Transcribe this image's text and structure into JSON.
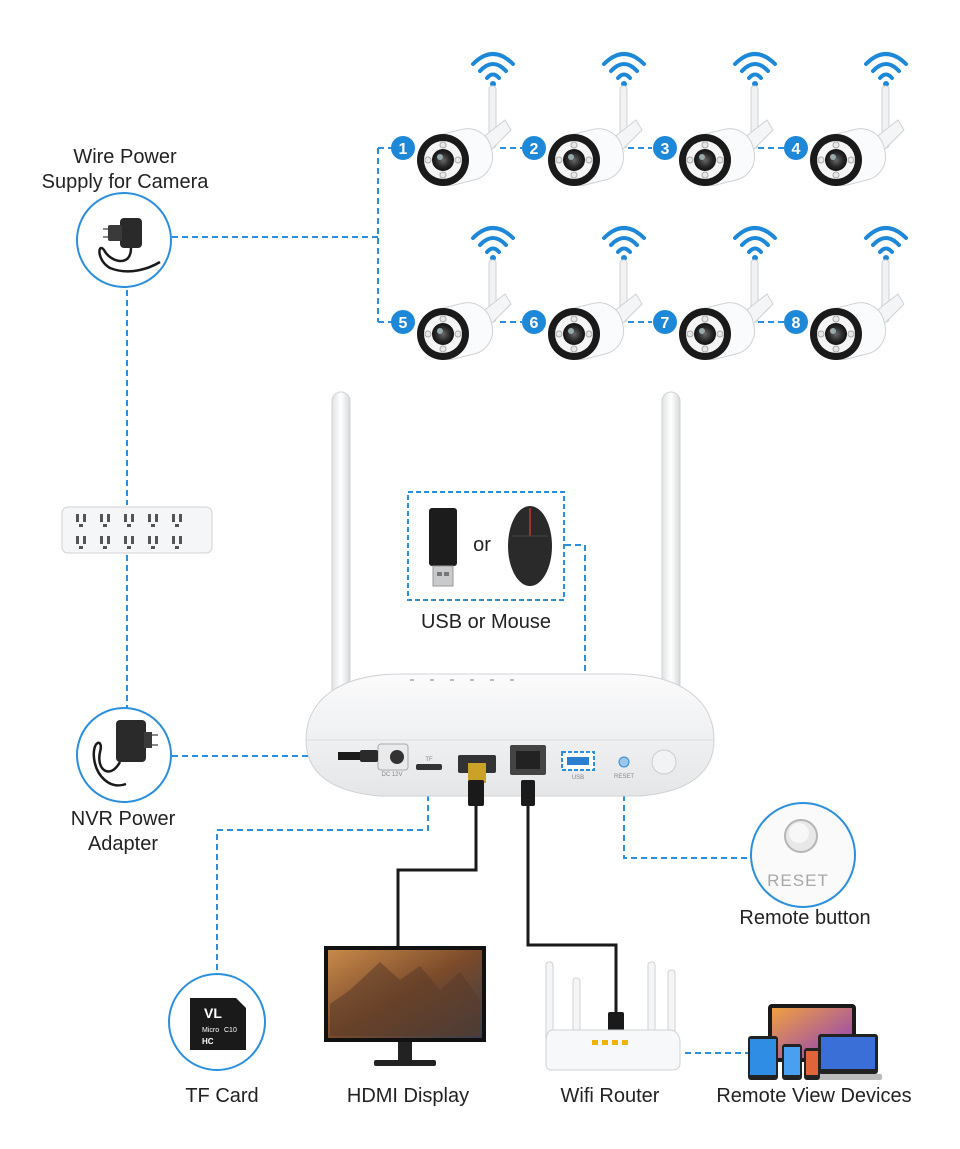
{
  "labels": {
    "wire_power_line1": "Wire Power",
    "wire_power_line2": "Supply for Camera",
    "usb_or_mouse": "USB or Mouse",
    "or": "or",
    "nvr_power_line1": "NVR Power",
    "nvr_power_line2": "Adapter",
    "remote_button": "Remote button",
    "reset": "RESET",
    "tf_card": "TF Card",
    "hdmi_display": "HDMI Display",
    "wifi_router": "Wifi Router",
    "remote_view_devices": "Remote View Devices",
    "port_dc": "DC  12V",
    "port_tf": "TF",
    "port_usb": "USB",
    "port_reset": "RESET",
    "tf_card_brand": "VL",
    "tf_card_sub": "Micro",
    "tf_card_class": "C10",
    "tf_card_hc": "HC"
  },
  "cameras": [
    {
      "number": "1"
    },
    {
      "number": "2"
    },
    {
      "number": "3"
    },
    {
      "number": "4"
    },
    {
      "number": "5"
    },
    {
      "number": "6"
    },
    {
      "number": "7"
    },
    {
      "number": "8"
    }
  ],
  "colors": {
    "accent_blue": "#1e88d8",
    "dashed_line": "#2b8fdc",
    "device_white": "#f4f5f6",
    "cable_black": "#1a1a1a"
  }
}
